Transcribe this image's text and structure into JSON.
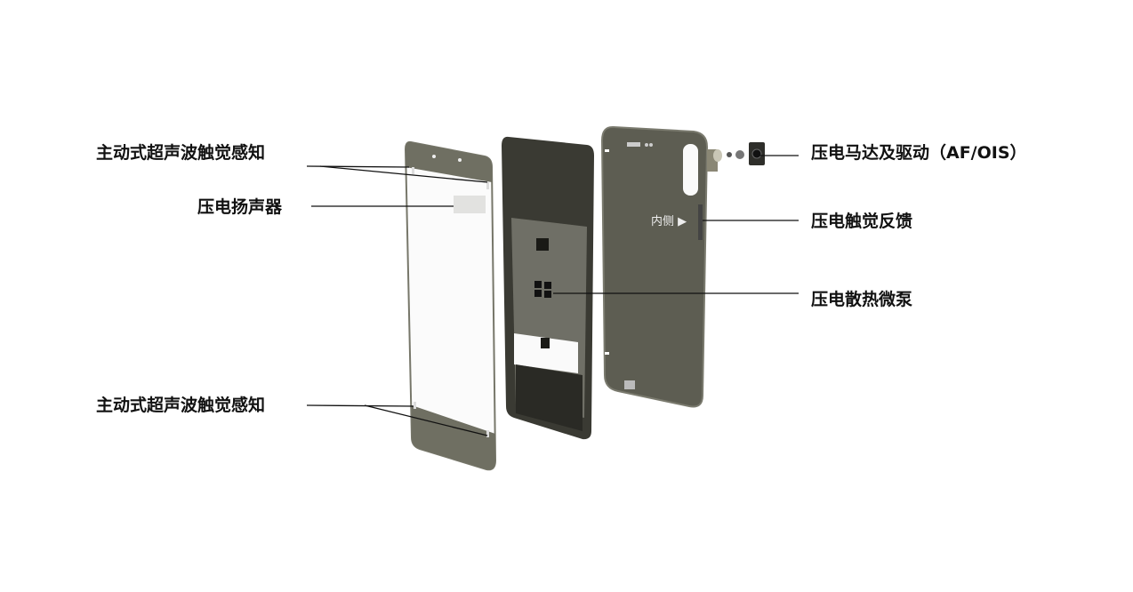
{
  "labels": {
    "ultrasonic_top": "主动式超声波触觉感知",
    "speaker": "压电扬声器",
    "ultrasonic_bottom": "主动式超声波触觉感知",
    "motor": "压电马达及驱动（AF/OIS）",
    "haptic": "压电触觉反馈",
    "pump": "压电散热微泵"
  },
  "inner_label": "内侧 ▶",
  "colors": {
    "panel": "#6f6f62",
    "frame": "#3a3a33",
    "back": "#5d5d52",
    "line": "#111111"
  }
}
